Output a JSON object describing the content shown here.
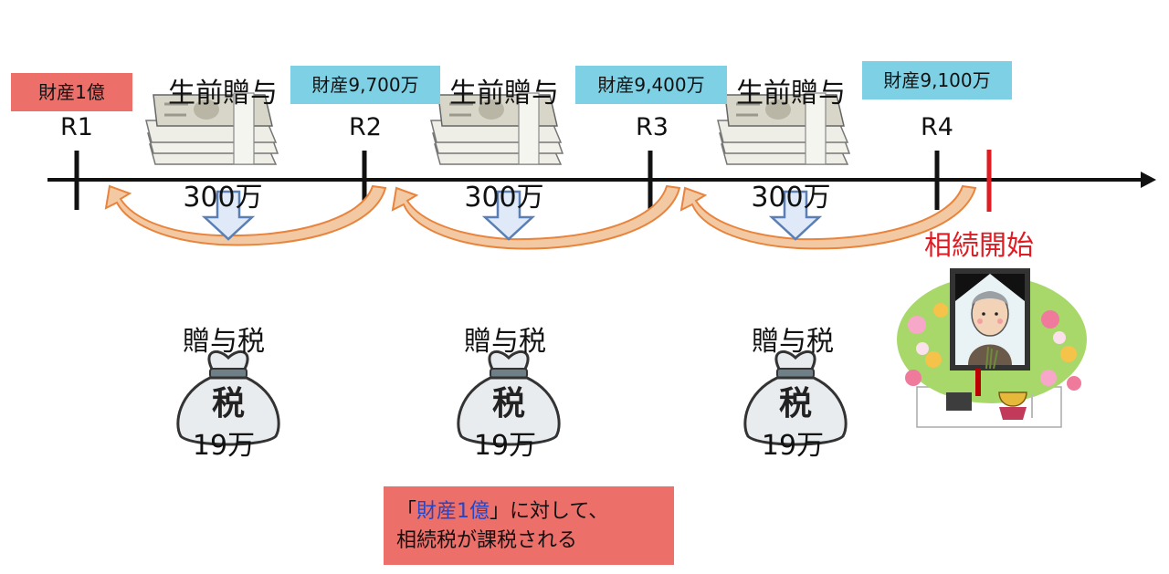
{
  "gifts": [
    {
      "title": "生前贈与",
      "amount": "300万"
    },
    {
      "title": "生前贈与",
      "amount": "300万"
    },
    {
      "title": "生前贈与",
      "amount": "300万"
    }
  ],
  "taxes": [
    {
      "title": "贈与税",
      "amount": "19万",
      "bag_label": "税"
    },
    {
      "title": "贈与税",
      "amount": "19万",
      "bag_label": "税"
    },
    {
      "title": "贈与税",
      "amount": "19万",
      "bag_label": "税"
    }
  ],
  "ticks": [
    "R1",
    "R2",
    "R3",
    "R4"
  ],
  "assets": [
    {
      "text": "財産1億",
      "color": "#ec6f6a"
    },
    {
      "text": "財産9,700万",
      "color": "#7ed0e4"
    },
    {
      "text": "財産9,400万",
      "color": "#7ed0e4"
    },
    {
      "text": "財産9,100万",
      "color": "#7ed0e4"
    }
  ],
  "inheritance_start": "相続開始",
  "note": {
    "open": "「",
    "highlight": "財産1億",
    "close_rest": "」に対して、",
    "line2": "相続税が課税される"
  },
  "colors": {
    "timeline": "#111111",
    "start_marker": "#e11b22",
    "arrow_orange": "#e8843c",
    "down_arrow_fill": "#dfe9f7",
    "down_arrow_stroke": "#5a7fb5"
  },
  "icons": [
    "money-stack-icon",
    "tax-bag-icon",
    "down-arrow-icon",
    "memorial-altar-icon"
  ]
}
